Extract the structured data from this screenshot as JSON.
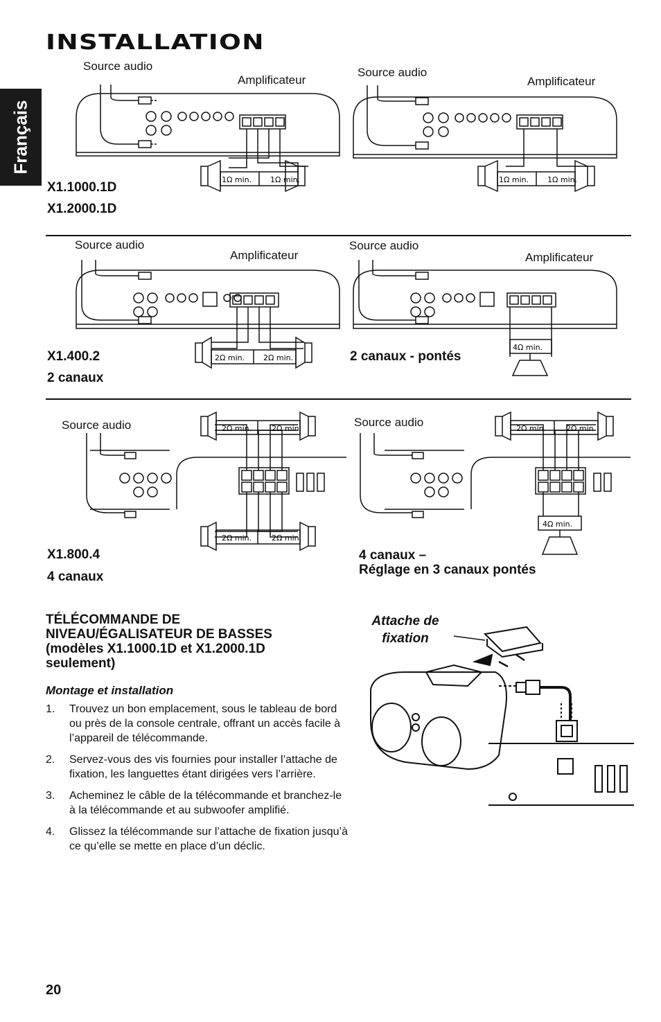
{
  "section_title": "Installation",
  "language_tab": "Français",
  "labels": {
    "source_audio": "Source audio",
    "amplificateur": "Amplificateur"
  },
  "diagrams": {
    "mono": {
      "models": [
        "X1.1000.1D",
        "X1.2000.1D"
      ],
      "impedance": "1Ω min."
    },
    "two_channel": {
      "models": [
        "X1.400.2",
        "2 canaux"
      ],
      "bridged_caption": "2 canaux - pontés",
      "impedance": "2Ω min.",
      "bridged_impedance": "4Ω min."
    },
    "four_channel": {
      "models": [
        "X1.800.4",
        "4 canaux"
      ],
      "three_ch_caption_line1": "4 canaux –",
      "three_ch_caption_line2": "Réglage en 3 canaux pontés",
      "impedance": "2Ω min.",
      "bridged_impedance": "4Ω min."
    }
  },
  "remote": {
    "title_lines": [
      "TÉLÉCOMMANDE DE",
      "NIVEAU/ÉGALISATEUR DE BASSES",
      "(modèles X1.1000.1D et X1.2000.1D",
      "seulement)"
    ],
    "subheading": "Montage et installation",
    "steps": [
      {
        "num": "1.",
        "text": "Trouvez un bon emplacement, sous le tableau de bord ou près de la console centrale, offrant un accès facile à l’appareil de télécommande."
      },
      {
        "num": "2.",
        "text": "Servez-vous des vis fournies pour installer l’attache de fixation, les languettes étant dirigées vers l’arrière."
      },
      {
        "num": "3.",
        "text": "Acheminez le câble de la télécommande et branchez-le à la télécommande et au subwoofer amplifié."
      },
      {
        "num": "4.",
        "text": "Glissez la télécommande sur l’attache de fixation jusqu’à ce qu’elle se mette en place d’un déclic."
      }
    ],
    "bracket_label_lines": [
      "Attache de",
      "fixation"
    ]
  },
  "page_number": "20"
}
